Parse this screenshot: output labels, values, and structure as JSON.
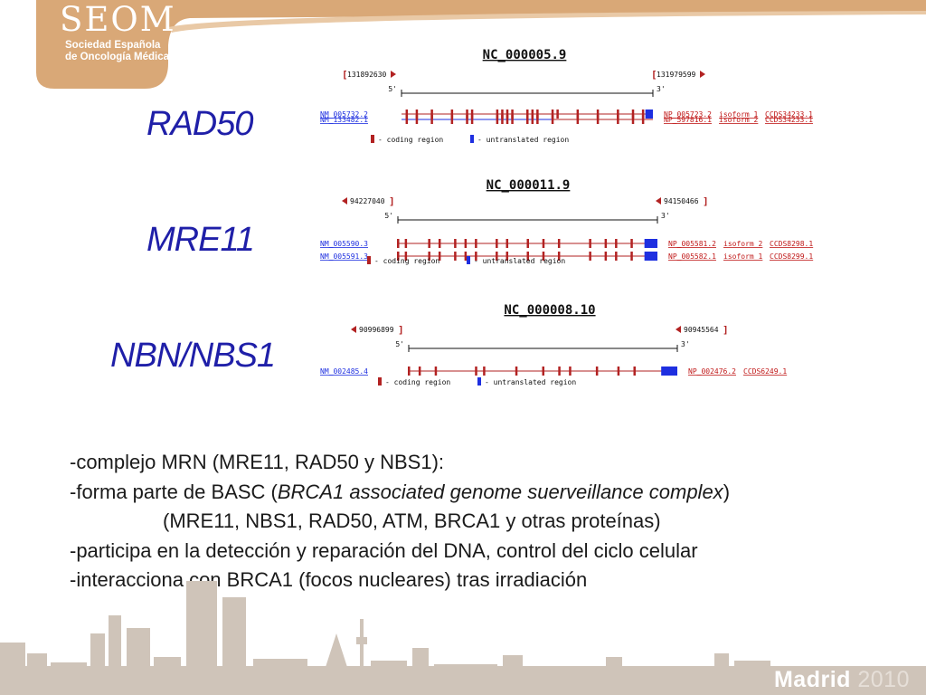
{
  "header": {
    "logo_title": "SEOM",
    "logo_line1": "Sociedad Española",
    "logo_line2": "de Oncología Médica"
  },
  "colors": {
    "logo_band": "#d9a877",
    "gene_label": "#1f1fa8",
    "coding": "#b22222",
    "utr": "#1e2fe0",
    "link": "#c01818",
    "skyline": "#cfc4b9"
  },
  "genes": [
    {
      "id": "rad50",
      "name": "RAD50",
      "contig": "NC_000005.9",
      "left_coord": "131892630",
      "right_coord": "131979599",
      "left_marker": "bracket-arrow-right",
      "right_marker": "bracket-arrow-right",
      "five_prime": "5'",
      "three_prime": "3'",
      "transcripts": [
        {
          "refseq": "NM_005732.2",
          "protein": "NP_005723.2",
          "isoform": "isoform 1",
          "ccds": "CCDS34233.1",
          "style": "coding",
          "exons": [
            0.02,
            0.06,
            0.12,
            0.2,
            0.26,
            0.28,
            0.38,
            0.4,
            0.42,
            0.44,
            0.5,
            0.52,
            0.54,
            0.6,
            0.62,
            0.7,
            0.78,
            0.86,
            0.92,
            0.96
          ],
          "utr_end": [
            0.97,
            1.0
          ]
        },
        {
          "refseq": "NM_133482.1",
          "protein": "NP_597816.1",
          "isoform": "isoform 2",
          "ccds": "CCDS34233.1",
          "style": "utr-line",
          "exons": [
            0.02,
            0.06,
            0.12,
            0.2,
            0.26,
            0.28,
            0.38,
            0.4,
            0.42,
            0.44,
            0.5,
            0.52,
            0.54,
            0.6
          ],
          "red_tail": [
            0.6,
            1.0
          ],
          "extra_exons": [
            0.7,
            0.78,
            0.86,
            0.92,
            0.96
          ]
        }
      ],
      "legend_coding": "- coding region",
      "legend_utr": "- untranslated region"
    },
    {
      "id": "mre11",
      "name": "MRE11",
      "contig": "NC_000011.9",
      "left_coord": "94227040",
      "right_coord": "94150466",
      "left_marker": "arrow-left-bracket",
      "right_marker": "arrow-left-bracket",
      "five_prime": "5'",
      "three_prime": "3'",
      "transcripts": [
        {
          "refseq": "NM_005590.3",
          "protein": "NP_005581.2",
          "isoform": "isoform 2",
          "ccds": "CCDS8298.1",
          "style": "coding",
          "exons": [
            0.0,
            0.03,
            0.12,
            0.16,
            0.22,
            0.26,
            0.3,
            0.38,
            0.42,
            0.5,
            0.56,
            0.62,
            0.74,
            0.8,
            0.84,
            0.9
          ],
          "utr_end": [
            0.95,
            1.0
          ]
        },
        {
          "refseq": "NM_005591.3",
          "protein": "NP_005582.1",
          "isoform": "isoform 1",
          "ccds": "CCDS8299.1",
          "style": "coding",
          "exons": [
            0.0,
            0.03,
            0.12,
            0.16,
            0.22,
            0.26,
            0.3,
            0.38,
            0.42,
            0.5,
            0.56,
            0.62,
            0.74,
            0.8,
            0.84,
            0.9
          ],
          "utr_end": [
            0.95,
            1.0
          ]
        }
      ],
      "legend_coding": "- coding region",
      "legend_utr": "- untranslated region"
    },
    {
      "id": "nbn",
      "name": "NBN/NBS1",
      "contig": "NC_000008.10",
      "left_coord": "90996899",
      "right_coord": "90945564",
      "left_marker": "arrow-left-bracket",
      "right_marker": "arrow-left-bracket",
      "five_prime": "5'",
      "three_prime": "3'",
      "transcripts": [
        {
          "refseq": "NM_002485.4",
          "protein": "NP_002476.2",
          "isoform": "",
          "ccds": "CCDS6249.1",
          "style": "coding",
          "exons": [
            0.0,
            0.04,
            0.1,
            0.25,
            0.28,
            0.4,
            0.5,
            0.56,
            0.6,
            0.7,
            0.78,
            0.84
          ],
          "utr_end": [
            0.94,
            1.0
          ]
        }
      ],
      "legend_coding": "- coding region",
      "legend_utr": "- untranslated region"
    }
  ],
  "bullets": {
    "line1": "-complejo MRN (MRE11, RAD50 y NBS1):",
    "line2_pre": "-forma parte de BASC (",
    "line2_italic": "BRCA1 associated genome suerveillance complex",
    "line2_post": ")",
    "line3": "(MRE11, NBS1, RAD50, ATM, BRCA1 y otras proteínas)",
    "line4": "-participa en la detección y reparación del DNA, control del ciclo celular",
    "line5": "-interacciona con BRCA1 (focos nucleares) tras irradiación"
  },
  "footer": {
    "city": "Madrid",
    "year": "2010"
  }
}
